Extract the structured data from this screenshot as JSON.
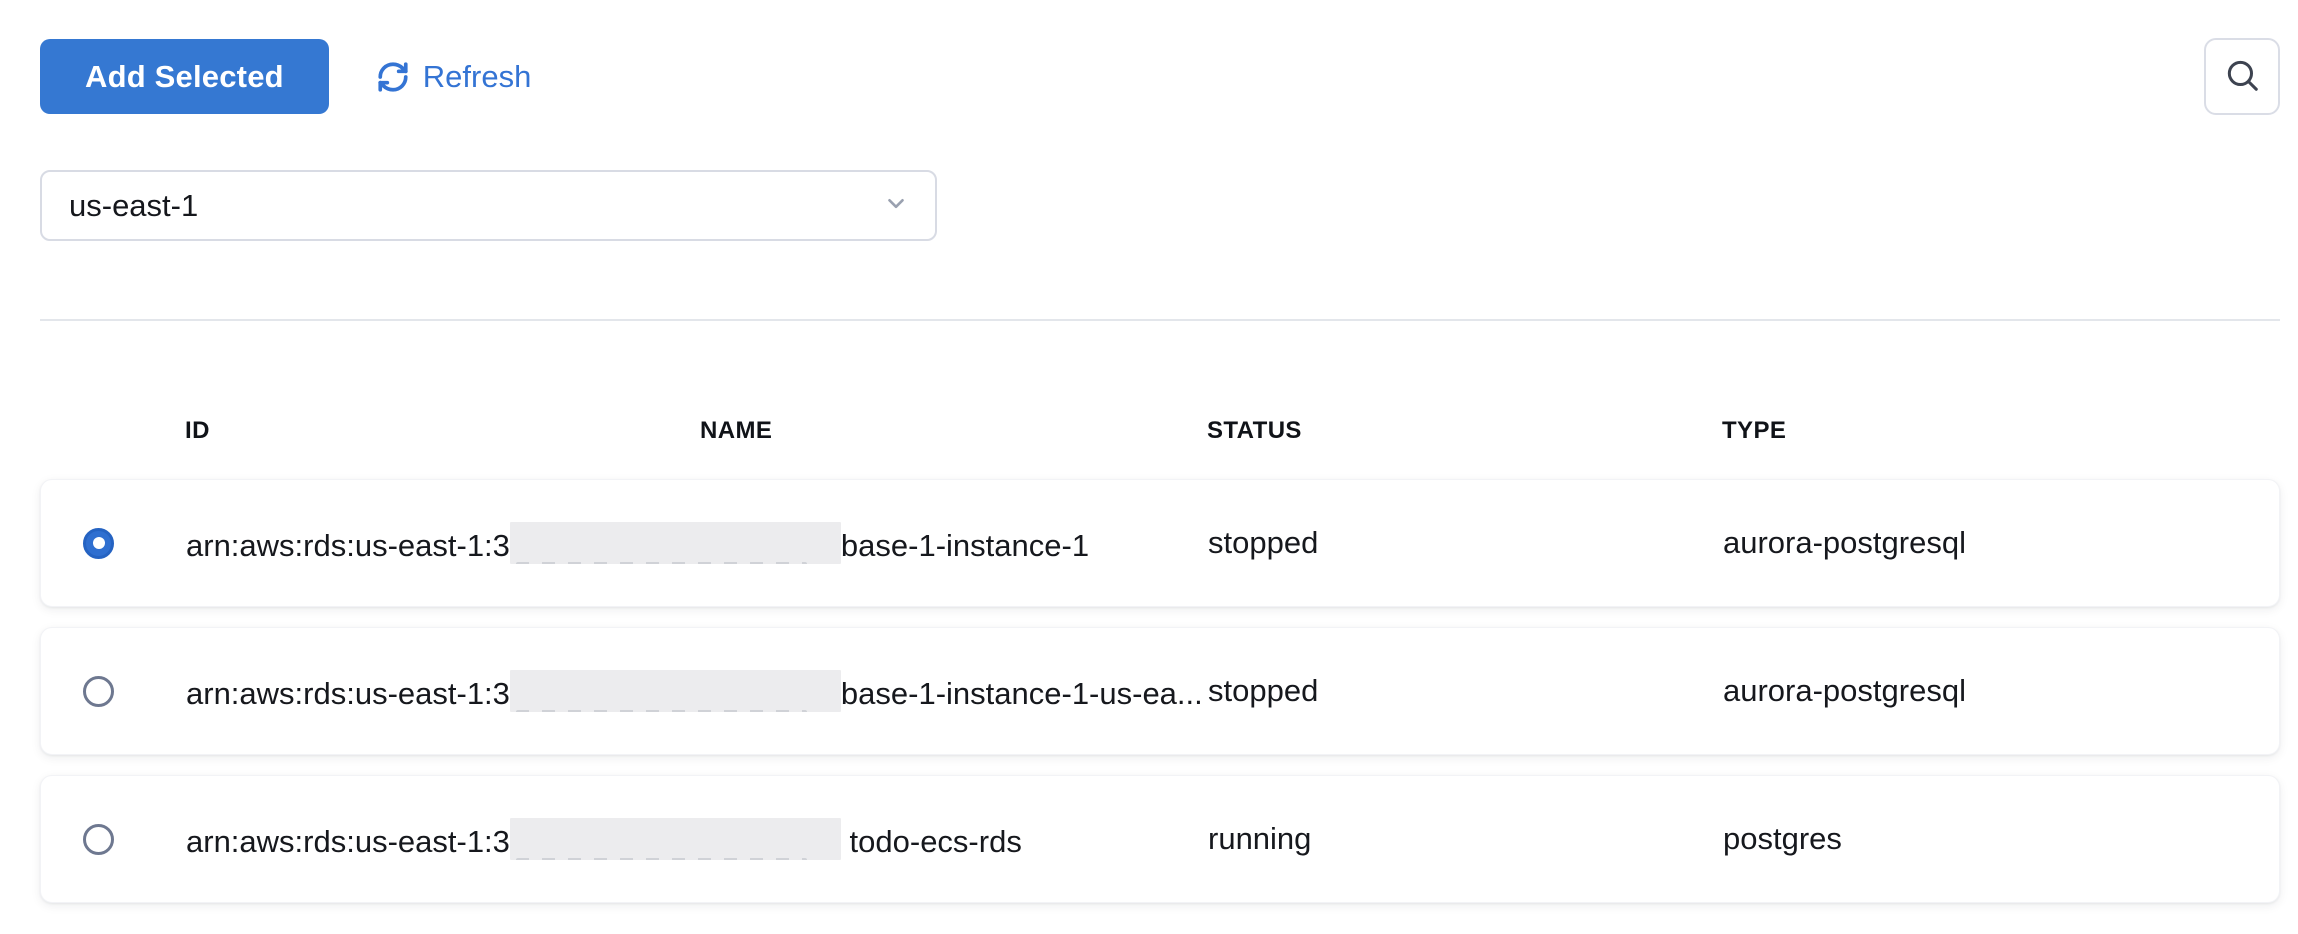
{
  "toolbar": {
    "add_selected_label": "Add Selected",
    "refresh_label": "Refresh"
  },
  "icons": {
    "refresh": "refresh-icon",
    "search": "search-icon",
    "chevron": "chevron-down-icon"
  },
  "region_select": {
    "value": "us-east-1"
  },
  "table": {
    "columns": {
      "id": "ID",
      "name": "NAME",
      "status": "STATUS",
      "type": "TYPE"
    },
    "rows": [
      {
        "selected": true,
        "id_prefix": "arn:aws:rds:us-east-1:3",
        "id_redacted": true,
        "id_suffix": "base-1-instance-1",
        "status": "stopped",
        "type": "aurora-postgresql"
      },
      {
        "selected": false,
        "id_prefix": "arn:aws:rds:us-east-1:3",
        "id_redacted": true,
        "id_suffix": "base-1-instance-1-us-ea...",
        "status": "stopped",
        "type": "aurora-postgresql"
      },
      {
        "selected": false,
        "id_prefix": "arn:aws:rds:us-east-1:3",
        "id_redacted": true,
        "id_suffix": " todo-ecs-rds",
        "status": "running",
        "type": "postgres"
      }
    ]
  },
  "colors": {
    "primary_blue": "#3578d2",
    "link_blue": "#3474d4",
    "radio_selected_blue": "#2f6fd0",
    "border_gray": "#d8dbe4",
    "divider_gray": "#e3e6eb",
    "redaction_gray": "#ececee",
    "text_dark": "#16181d"
  }
}
